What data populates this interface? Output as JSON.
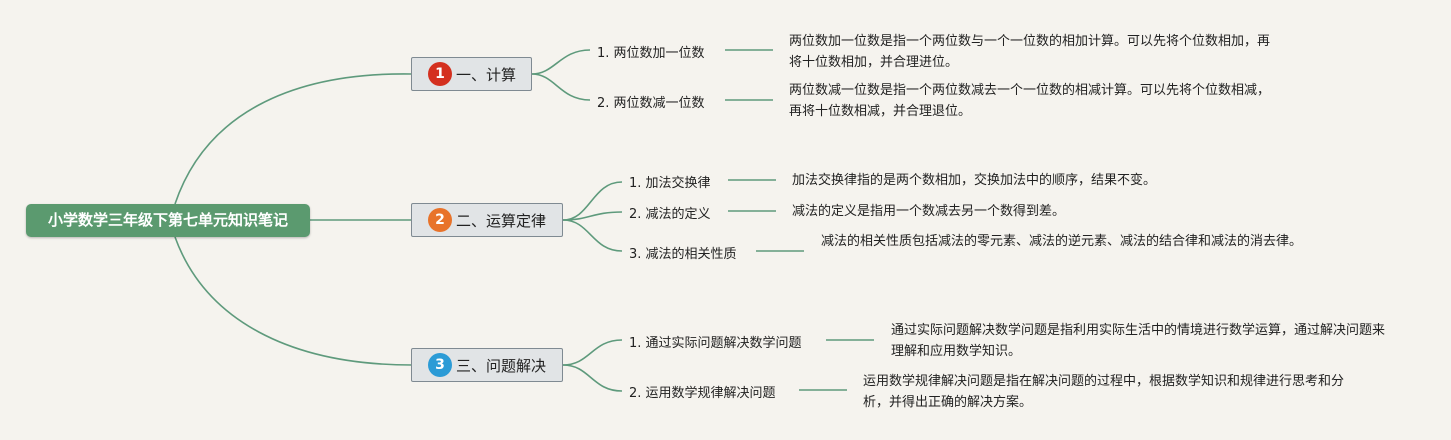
{
  "root": {
    "title": "小学数学三年级下第七单元知识笔记"
  },
  "branches": [
    {
      "num": "1",
      "title": "一、计算",
      "color": "#d4301f",
      "subs": [
        {
          "label": "1. 两位数加一位数",
          "desc": "两位数加一位数是指一个两位数与一个一位数的相加计算。可以先将个位数相加，再将十位数相加，并合理进位。"
        },
        {
          "label": "2. 两位数减一位数",
          "desc": "两位数减一位数是指一个两位数减去一个一位数的相减计算。可以先将个位数相减，再将十位数相减，并合理退位。"
        }
      ]
    },
    {
      "num": "2",
      "title": "二、运算定律",
      "color": "#e8732a",
      "subs": [
        {
          "label": "1. 加法交换律",
          "desc": "加法交换律指的是两个数相加，交换加法中的顺序，结果不变。"
        },
        {
          "label": "2. 减法的定义",
          "desc": "减法的定义是指用一个数减去另一个数得到差。"
        },
        {
          "label": "3. 减法的相关性质",
          "desc": "减法的相关性质包括减法的零元素、减法的逆元素、减法的结合律和减法的消去律。"
        }
      ]
    },
    {
      "num": "3",
      "title": "三、问题解决",
      "color": "#2b9bd6",
      "subs": [
        {
          "label": "1. 通过实际问题解决数学问题",
          "desc": "通过实际问题解决数学问题是指利用实际生活中的情境进行数学运算，通过解决问题来理解和应用数学知识。"
        },
        {
          "label": "2. 运用数学规律解决问题",
          "desc": "运用数学规律解决问题是指在解决问题的过程中，根据数学知识和规律进行思考和分析，并得出正确的解决方案。"
        }
      ]
    }
  ]
}
